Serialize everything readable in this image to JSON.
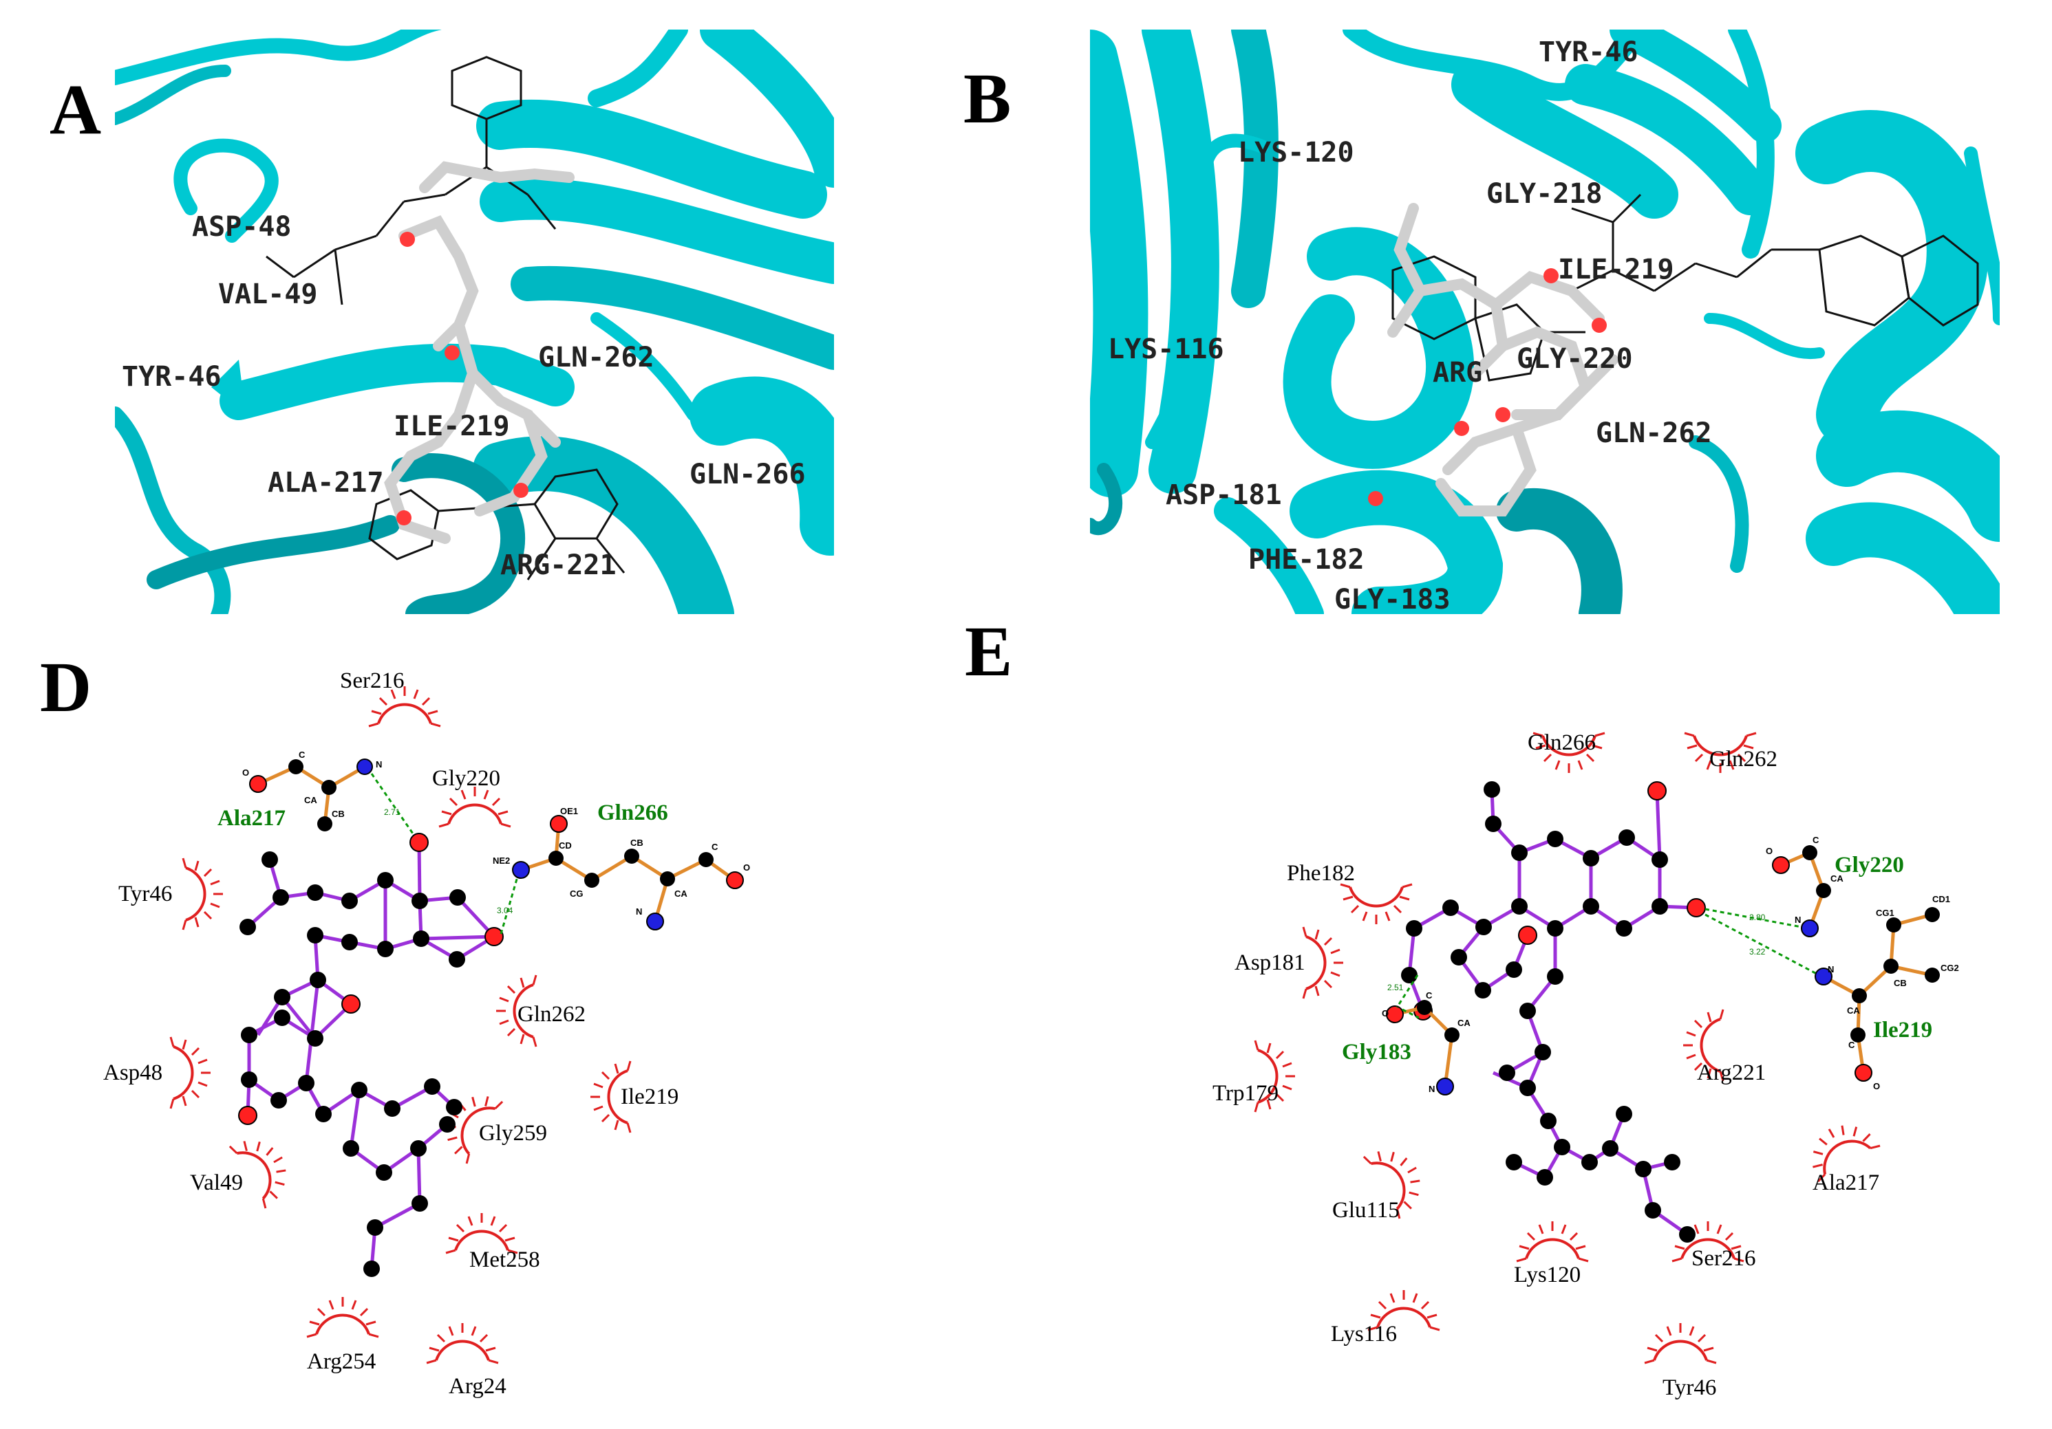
{
  "figure": {
    "panels": [
      {
        "letter": "A",
        "kind": "3d-structure",
        "residue_labels": [
          "ASP-48",
          "VAL-49",
          "TYR-46",
          "GLN-262",
          "ILE-219",
          "ALA-217",
          "GLN-266",
          "ARG-221"
        ]
      },
      {
        "letter": "B",
        "kind": "3d-structure",
        "residue_labels": [
          "TYR-46",
          "LYS-120",
          "GLY-218",
          "ILE-219",
          "LYS-116",
          "ARG",
          "GLY-220",
          "GLN-262",
          "ASP-181",
          "PHE-182",
          "GLY-183"
        ]
      },
      {
        "letter": "D",
        "kind": "2d-interaction-map",
        "hydrophobic_residues": [
          "Ser216",
          "Gly220",
          "Tyr46",
          "Gln262",
          "Asp48",
          "Ile219",
          "Gly259",
          "Val49",
          "Met258",
          "Arg254",
          "Arg24"
        ],
        "hbond_residues": [
          "Ala217",
          "Gln266"
        ],
        "atom_labels": [
          "O",
          "C",
          "N",
          "CA",
          "CB",
          "OE1",
          "NE2",
          "CD",
          "CG",
          "CB",
          "CA",
          "C",
          "O",
          "N"
        ],
        "distances": [
          "2.71",
          "3.04"
        ]
      },
      {
        "letter": "E",
        "kind": "2d-interaction-map",
        "hydrophobic_residues": [
          "Gln266",
          "Gln262",
          "Phe182",
          "Asp181",
          "Trp179",
          "Arg221",
          "Ala217",
          "Glu115",
          "Lys120",
          "Ser216",
          "Lys116",
          "Tyr46"
        ],
        "hbond_residues": [
          "Gly220",
          "Ile219",
          "Gly183"
        ],
        "atom_labels": [
          "O",
          "C",
          "CA",
          "N",
          "CG1",
          "CD1",
          "CB",
          "CG2",
          "CA",
          "C",
          "O",
          "N",
          "O",
          "C",
          "CA",
          "N"
        ],
        "distances": [
          "2.80",
          "3.22",
          "2.51"
        ]
      }
    ]
  },
  "colors": {
    "ribbon": "#00c8d2",
    "ribbon_dark": "#009aa4",
    "bond_ligand": "#9b30d9",
    "bond_residue": "#e08a2c",
    "atom_c": "#000000",
    "atom_o": "#ff2020",
    "atom_n": "#2020e0",
    "hbond": "#0a9a0a",
    "hydrophobic_arc": "#e02020",
    "stick_gray": "#d4d4d4"
  }
}
